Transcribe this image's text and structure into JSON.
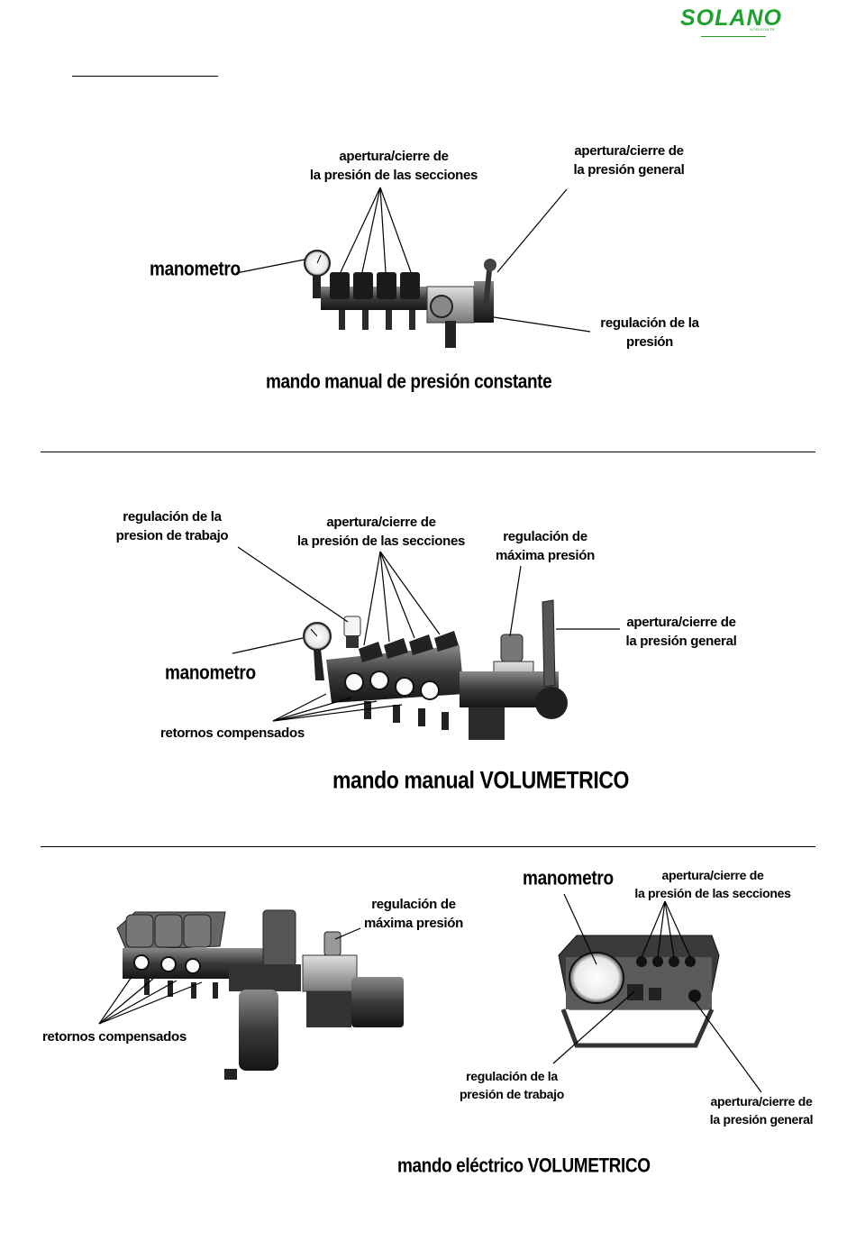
{
  "brand": {
    "logo_text": "SOLANO",
    "logo_subtext": "HORIZONTE",
    "brand_color": "#1fa12f"
  },
  "section1": {
    "labels": {
      "sections_pressure": [
        "apertura/cierre de",
        "la presión de las secciones"
      ],
      "general_pressure": [
        "apertura/cierre de",
        "la presión general"
      ],
      "gauge": "manometro",
      "pressure_regulation": [
        "regulación de la",
        "presión"
      ]
    },
    "caption": "mando manual de presión constante"
  },
  "section2": {
    "labels": {
      "working_pressure": [
        "regulación de la",
        "presion de trabajo"
      ],
      "sections_pressure": [
        "apertura/cierre de",
        "la presión de las secciones"
      ],
      "max_pressure": [
        "regulación de",
        "máxima presión"
      ],
      "general_pressure": [
        "apertura/cierre de",
        "la presión general"
      ],
      "gauge": "manometro",
      "compensated_returns": "retornos compensados"
    },
    "caption": "mando manual VOLUMETRICO"
  },
  "section3": {
    "labels": {
      "max_pressure": [
        "regulación de",
        "máxima presión"
      ],
      "compensated_returns": "retornos compensados",
      "gauge": "manometro",
      "sections_pressure": [
        "apertura/cierre de",
        "la presión de las secciones"
      ],
      "working_pressure": [
        "regulación de la",
        "presión de trabajo"
      ],
      "general_pressure": [
        "apertura/cierre de",
        "la presión general"
      ]
    },
    "caption": "mando eléctrico VOLUMETRICO"
  }
}
